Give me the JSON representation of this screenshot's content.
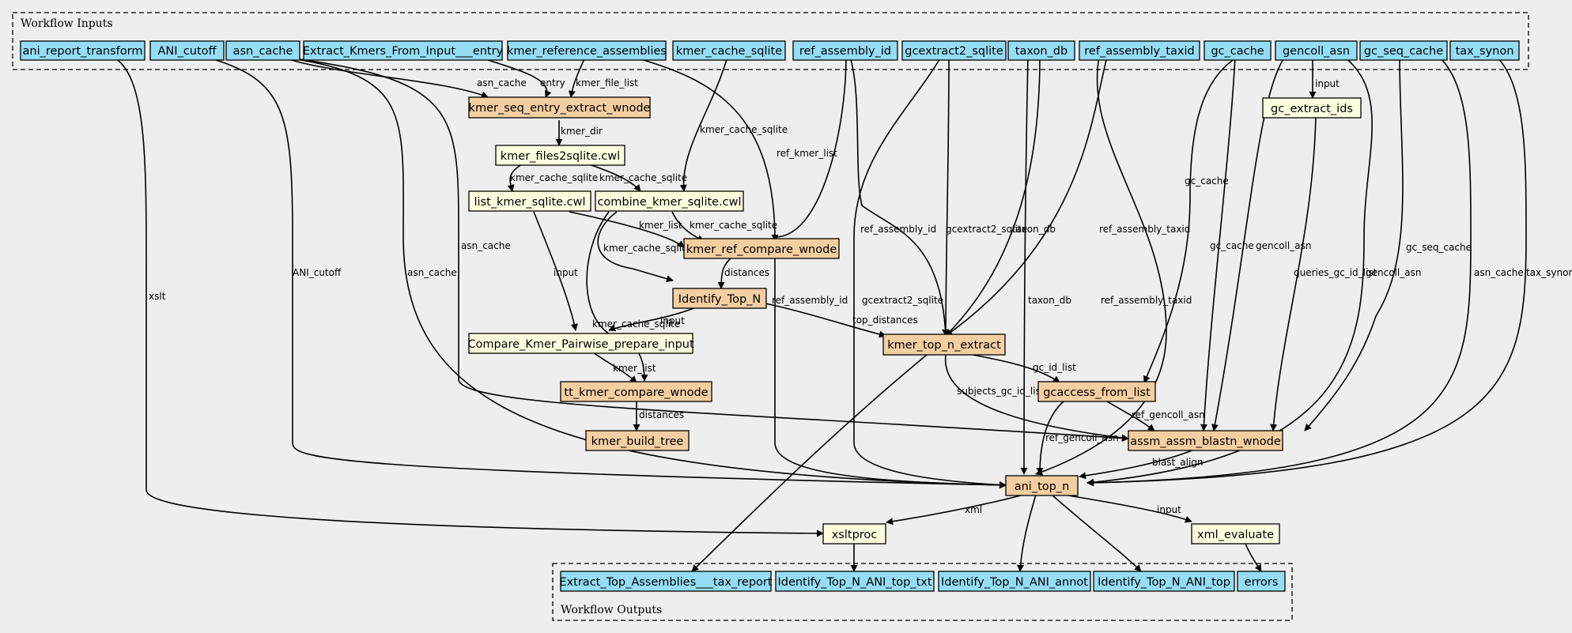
{
  "clusters": {
    "inputs": "Workflow Inputs",
    "outputs": "Workflow Outputs"
  },
  "colors": {
    "io": "#94ddf4",
    "step": "#f3cea1",
    "tool": "#ffffe0",
    "background": "#eeeeee"
  },
  "nodes": {
    "ani_report_transform": "ani_report_transform",
    "ANI_cutoff": "ANI_cutoff",
    "asn_cache": "asn_cache",
    "Extract_Kmers_From_Input___entry": "Extract_Kmers_From_Input___entry",
    "kmer_reference_assemblies": "kmer_reference_assemblies",
    "kmer_cache_sqlite": "kmer_cache_sqlite",
    "ref_assembly_id": "ref_assembly_id",
    "gcextract2_sqlite": "gcextract2_sqlite",
    "taxon_db": "taxon_db",
    "ref_assembly_taxid": "ref_assembly_taxid",
    "gc_cache": "gc_cache",
    "gencoll_asn": "gencoll_asn",
    "gc_seq_cache": "gc_seq_cache",
    "tax_synon": "tax_synon",
    "kmer_seq_entry_extract_wnode": "kmer_seq_entry_extract_wnode",
    "gc_extract_ids": "gc_extract_ids",
    "kmer_files2sqlite": "kmer_files2sqlite.cwl",
    "list_kmer_sqlite": "list_kmer_sqlite.cwl",
    "combine_kmer_sqlite": "combine_kmer_sqlite.cwl",
    "kmer_ref_compare_wnode": "kmer_ref_compare_wnode",
    "Identify_Top_N": "Identify_Top_N",
    "Compare_Kmer_Pairwise_prepare_input": "Compare_Kmer_Pairwise_prepare_input",
    "kmer_top_n_extract": "kmer_top_n_extract",
    "tt_kmer_compare_wnode": "tt_kmer_compare_wnode",
    "gcaccess_from_list": "gcaccess_from_list",
    "kmer_build_tree": "kmer_build_tree",
    "assm_assm_blastn_wnode": "assm_assm_blastn_wnode",
    "ani_top_n": "ani_top_n",
    "xsltproc": "xsltproc",
    "xml_evaluate": "xml_evaluate",
    "Extract_Top_Assemblies___tax_report": "Extract_Top_Assemblies___tax_report",
    "Identify_Top_N_ANI_top_txt": "Identify_Top_N_ANI_top_txt",
    "Identify_Top_N_ANI_annot": "Identify_Top_N_ANI_annot",
    "Identify_Top_N_ANI_top": "Identify_Top_N_ANI_top",
    "errors": "errors"
  },
  "edge_labels": {
    "asn_cache_to_kse": "asn_cache",
    "entry": "entry",
    "kmer_file_list": "kmer_file_list",
    "kmer_dir": "kmer_dir",
    "kmer_cache_sqlite_in": "kmer_cache_sqlite",
    "ref_kmer_list": "ref_kmer_list",
    "kmer_cache_sqlite_a": "kmer_cache_sqlite",
    "kmer_cache_sqlite_b": "kmer_cache_sqlite",
    "kmer_list_a": "kmer_list",
    "kmer_cache_sqlite_c": "kmer_cache_sqlite",
    "kmer_cache_sqlite_d": "kmer_cache_sqlite",
    "kmer_cache_sqlite_e": "kmer_cache_sqlite",
    "distances_a": "distances",
    "input_a": "input",
    "input_b": "input",
    "kmer_list_b": "kmer_list",
    "distances_b": "distances",
    "top_distances": "top_distances",
    "xslt": "xslt",
    "ANI_cutoff": "ANI_cutoff",
    "asn_cache_b": "asn_cache",
    "asn_cache_c": "asn_cache",
    "ref_assembly_id_a": "ref_assembly_id",
    "ref_assembly_id_b": "ref_assembly_id",
    "gcextract2_sqlite_a": "gcextract2_sqlite",
    "gcextract2_sqlite_b": "gcextract2_sqlite",
    "taxon_db_a": "taxon_db",
    "taxon_db_b": "taxon_db",
    "ref_assembly_taxid_a": "ref_assembly_taxid",
    "ref_assembly_taxid_b": "ref_assembly_taxid",
    "gc_cache_a": "gc_cache",
    "gc_cache_b": "gc_cache",
    "gencoll_asn_a": "gencoll_asn",
    "gencoll_asn_b": "gencoll_asn",
    "input_c": "input",
    "queries_gc_id_list": "queries_gc_id_list",
    "gc_seq_cache": "gc_seq_cache",
    "asn_cache_d": "asn_cache",
    "tax_synon": "tax_synon",
    "gc_id_list": "gc_id_list",
    "subjects_gc_id_list": "subjects_gc_id_list",
    "ref_gencoll_asn_a": "ref_gencoll_asn",
    "ref_gencoll_asn_b": "ref_gencoll_asn",
    "blast_align": "blast_align",
    "xml": "xml",
    "input_d": "input"
  }
}
